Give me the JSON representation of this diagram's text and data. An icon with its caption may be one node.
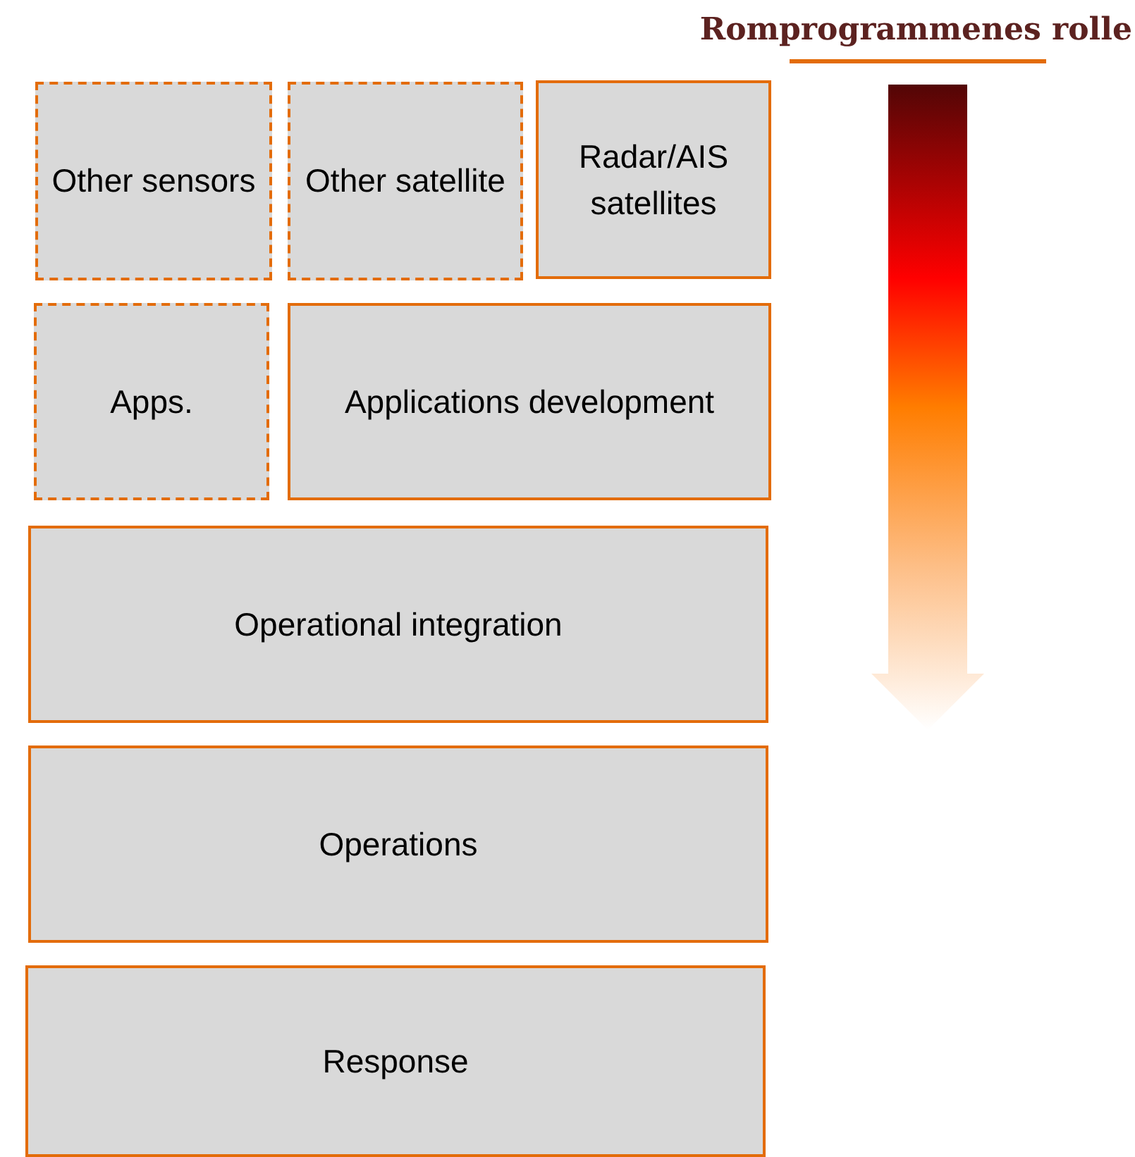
{
  "diagram": {
    "title": "Romprogrammenes rolle",
    "nodes": [
      {
        "text": [
          "Other sensors"
        ]
      },
      {
        "text": [
          "Other satellite"
        ]
      },
      {
        "text": [
          "Radar/AIS satellites"
        ]
      },
      {
        "text": [
          "Apps."
        ]
      },
      {
        "text": [
          "Applications development"
        ]
      },
      {
        "text": [
          "Operational integration"
        ]
      },
      {
        "text": [
          "Operations"
        ]
      },
      {
        "text": [
          "Response"
        ]
      }
    ],
    "edges": []
  }
}
